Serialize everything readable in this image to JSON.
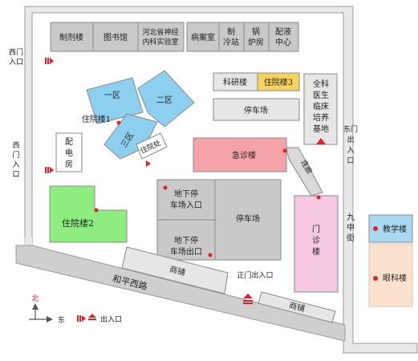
{
  "buildings": {
    "zhiji": "制剂楼",
    "library": "图书馆",
    "lab_line1": "河北省神经",
    "lab_line2": "内科实验室",
    "pathology": "病案室",
    "cooling_line1": "制",
    "cooling_line2": "冷站",
    "boiler_line1": "锅",
    "boiler_line2": "炉房",
    "dispense_line1": "配液",
    "dispense_line2": "中心",
    "research": "科研楼",
    "inpatient3": "住院楼3",
    "general_line1": "全科",
    "general_line2": "医生",
    "general_line3": "临床",
    "general_line4": "培养",
    "general_line5": "基地",
    "zone1": "一区",
    "zone2": "二区",
    "zone3": "三区",
    "inpatient1": "住院楼1",
    "inpatient_office": "住院处",
    "power_line1": "配",
    "power_line2": "电",
    "power_line3": "房",
    "emergency": "急诊楼",
    "corridor": "连廊",
    "inpatient2": "住院楼2",
    "parking_top": "停车场",
    "underground_in_line1": "地下停",
    "underground_in_line2": "车场入口",
    "underground_out_line1": "地下停",
    "underground_out_line2": "车场出口",
    "parking_center": "停车场",
    "outpatient_line1": "门",
    "outpatient_line2": "诊",
    "outpatient_line3": "楼",
    "shops_left": "商铺",
    "shops_right": "商铺",
    "teaching": "教学楼",
    "eye": "眼科楼"
  },
  "streets": {
    "hepingxi": "和平西路",
    "jiuzhong_line1": "九",
    "jiuzhong_line2": "中",
    "jiuzhong_line3": "街"
  },
  "gates": {
    "west1_line1": "西门",
    "west1_line2": "入口",
    "west2_line1": "西",
    "west2_line2": "门",
    "west2_line3": "入",
    "west2_line4": "口",
    "east_line1": "东门",
    "east_line2": "出",
    "east_line3": "入",
    "east_line4": "口",
    "south": "正门出入口"
  },
  "legend": {
    "north": "北",
    "east": "东",
    "entrance": "出入口"
  },
  "colors": {
    "gray": "#c9c9c9",
    "light_gray": "#e6e6e6",
    "blue": "#8dcfee",
    "yellow": "#f5d35e",
    "red": "#f4a3a8",
    "pink": "#f7c8e2",
    "green": "#8ded7e",
    "teaching": "#a9d8f2",
    "eye": "#fbe2cf",
    "marker": "#e8202a"
  }
}
